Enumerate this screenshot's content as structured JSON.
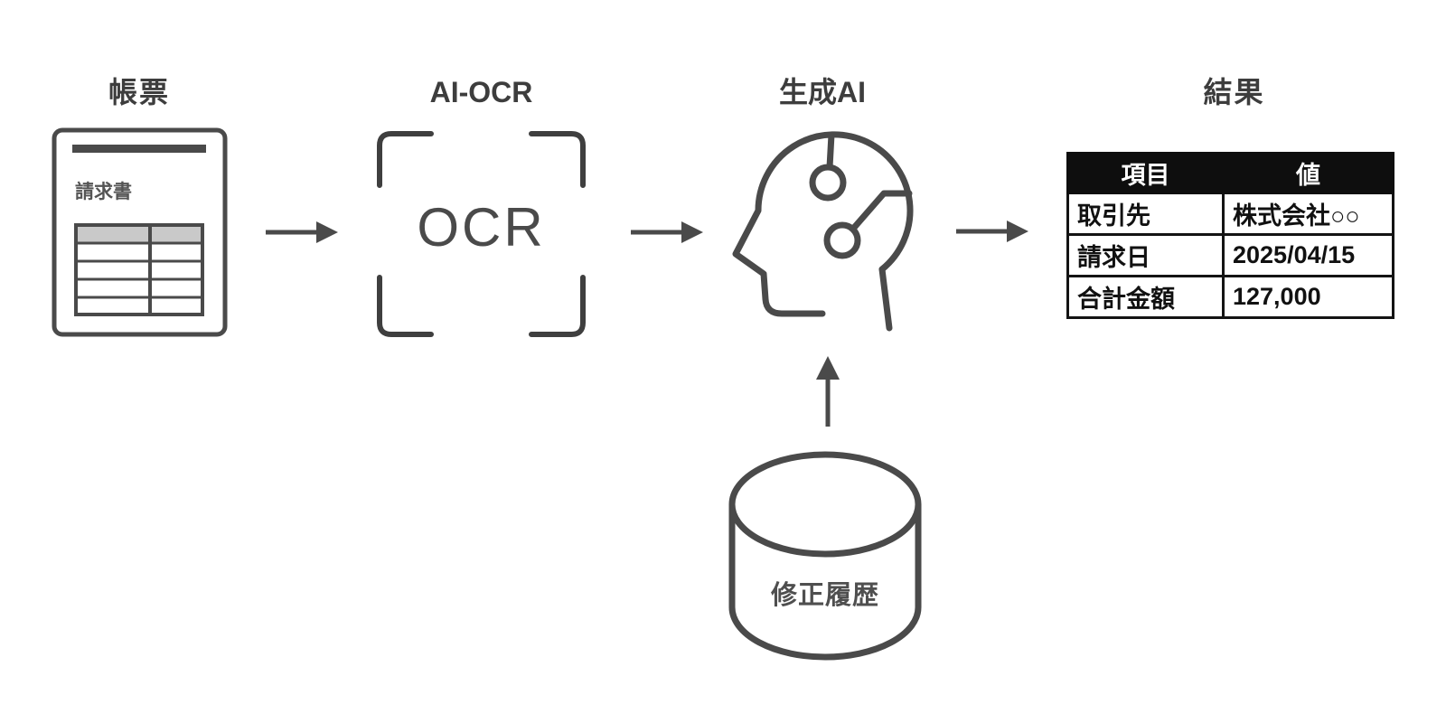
{
  "labels": {
    "form": "帳票",
    "ai_ocr": "AI-OCR",
    "gen_ai": "生成AI",
    "result": "結果"
  },
  "document": {
    "title": "請求書"
  },
  "ocr_frame": {
    "text": "OCR"
  },
  "database": {
    "label": "修正履歴"
  },
  "result_table": {
    "headers": [
      "項目",
      "値"
    ],
    "rows": [
      {
        "item": "取引先",
        "value": "株式会社○○"
      },
      {
        "item": "請求日",
        "value": "2025/04/15"
      },
      {
        "item": "合計金額",
        "value": "127,000"
      }
    ]
  },
  "icons": {
    "document": "invoice-document-icon",
    "scan_frame": "ocr-scan-frame-icon",
    "ai_head": "ai-head-profile-icon",
    "database": "database-cylinder-icon",
    "flow_arrow": "arrow-right-icon",
    "feedback_arrow": "arrow-up-icon"
  },
  "colors": {
    "line": "#4a4a4a",
    "label-text": "#3d3d3d",
    "table-header-bg": "#0e0e0e",
    "table-header-text": "#ffffff",
    "table-border": "#141414",
    "doc-shade": "#c9c9c9",
    "background": "#ffffff"
  }
}
